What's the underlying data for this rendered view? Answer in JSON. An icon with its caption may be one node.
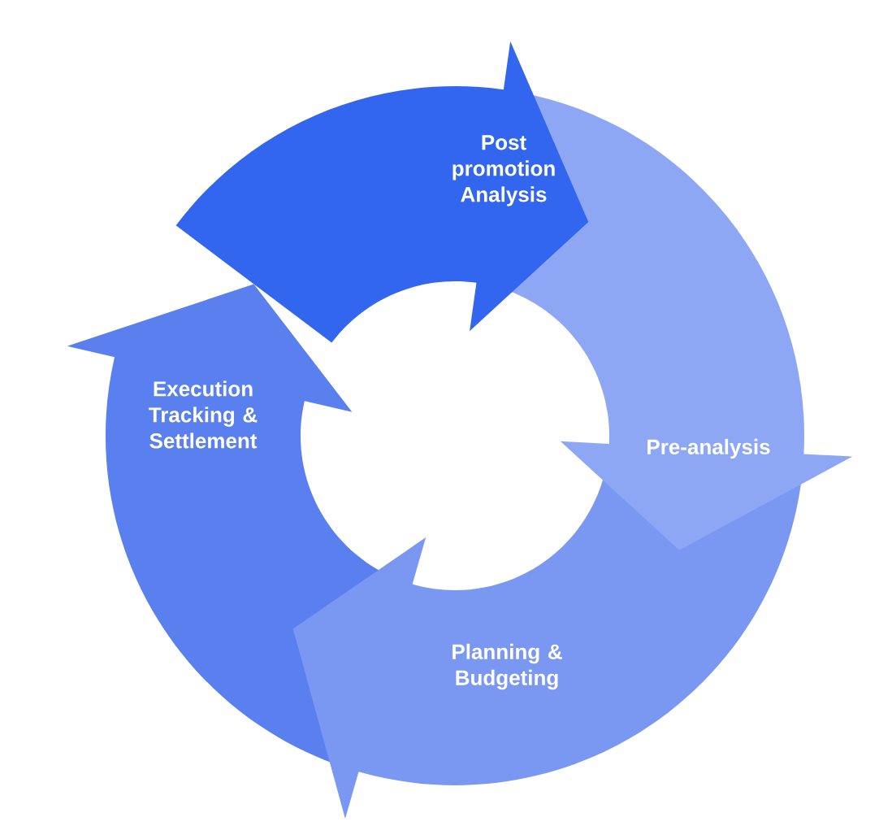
{
  "diagram": {
    "nodes": [
      {
        "text": [
          "Post promotion Analysis"
        ]
      },
      {
        "text": [
          "Execution Tracking & Settlement"
        ]
      },
      {
        "text": [
          "Pre-analysis"
        ]
      },
      {
        "text": [
          "Planning & Budgeting"
        ]
      }
    ]
  }
}
